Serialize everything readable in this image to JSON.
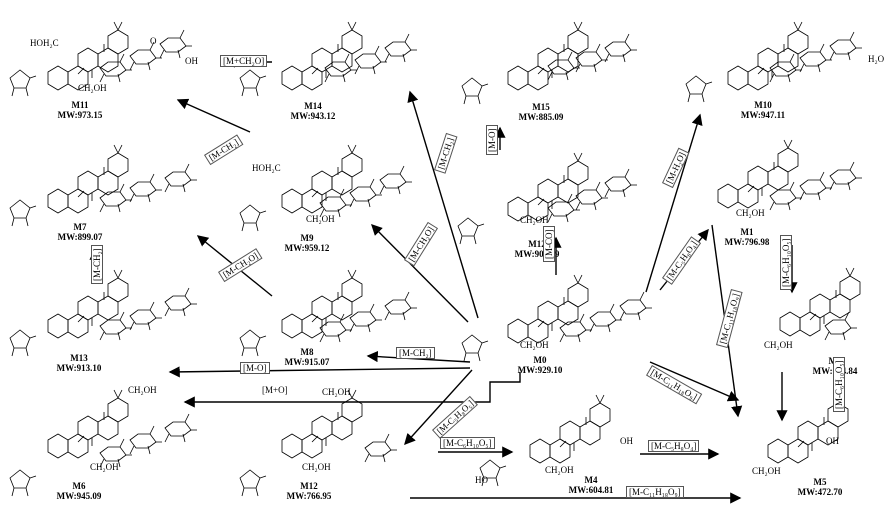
{
  "compounds": [
    {
      "id": "M11",
      "name": "M11",
      "mw": "MW:973.15"
    },
    {
      "id": "M14",
      "name": "M14",
      "mw": "MW:943.12"
    },
    {
      "id": "M15",
      "name": "M15",
      "mw": "MW:885.09"
    },
    {
      "id": "M10",
      "name": "M10",
      "mw": "MW:947.11"
    },
    {
      "id": "M7",
      "name": "M7",
      "mw": "MW:899.07"
    },
    {
      "id": "M9",
      "name": "M9",
      "mw": "MW:959.12"
    },
    {
      "id": "M12a",
      "name": "M12",
      "mw": "MW:901.09"
    },
    {
      "id": "M1",
      "name": "M1",
      "mw": "MW:796.98"
    },
    {
      "id": "M13",
      "name": "M13",
      "mw": "MW:913.10"
    },
    {
      "id": "M8",
      "name": "M8",
      "mw": "MW:915.07"
    },
    {
      "id": "M0",
      "name": "M0",
      "mw": "MW:929.10"
    },
    {
      "id": "M3",
      "name": "M3",
      "mw": "MW:634.84"
    },
    {
      "id": "M6",
      "name": "M6",
      "mw": "MW:945.09"
    },
    {
      "id": "M12b",
      "name": "M12",
      "mw": "MW:766.95"
    },
    {
      "id": "M4",
      "name": "M4",
      "mw": "MW:604.81"
    },
    {
      "id": "M5",
      "name": "M5",
      "mw": "MW:472.70"
    }
  ],
  "reactions": {
    "to_M14": "[M+CH₂O]",
    "to_M11": "[M-CH₂]",
    "to_M9": "[M-CH₂O]",
    "to_M7": "[M-CH₂O]",
    "M13_to_M7": "[M-CH₂]",
    "to_M15": "[M-O]",
    "to_M14_diag": "[M-CH₂]",
    "to_M12a": "[M-CO]",
    "to_M10": "[M-H₂O]",
    "to_M1": "[M-C₅H₈O₄]",
    "M1_to_M3": "[M-C₆H₁₀O₅]",
    "M0_to_M8": "[M-CH₂]",
    "M0_to_M13": "[M-O]",
    "M0_to_M6": "[M+O]",
    "M0_to_M12b": "[M-C₅H₈O₅]",
    "M12b_to_M4": "[M-C₆H₁₀O₅]",
    "M4_to_M5": "[M-C₅H₈O₄]",
    "M12b_to_M5": "[M-C₁₁H₁₈O₉]",
    "M0_to_M5a": "[M-C₁₁H₁₈O₉]",
    "M0_to_M5b": "[M-C₁₁H₁₈O₉]",
    "M3_to_M5": "[M-C₆H₁₀O₅]"
  },
  "atoms": {
    "oh": "OH",
    "o": "O",
    "ho": "HO",
    "ch2oh": "CH₂OH",
    "hoh2c": "HOH₂C",
    "h2o": "H₂O"
  }
}
